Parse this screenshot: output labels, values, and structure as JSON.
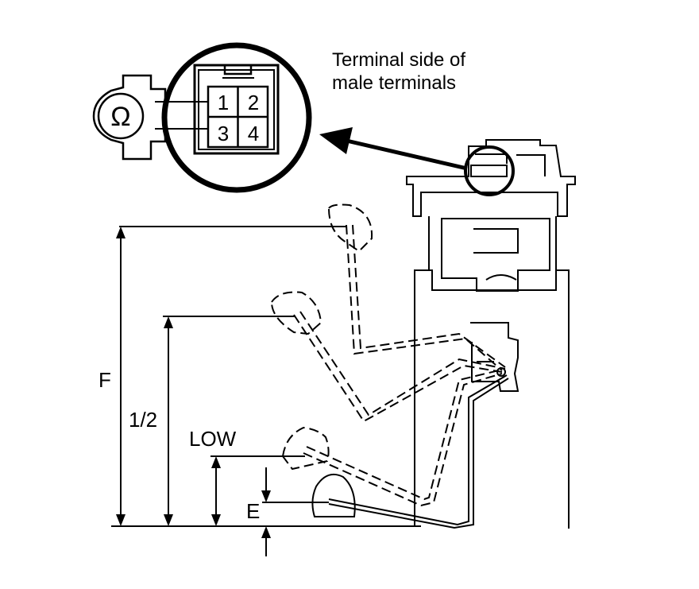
{
  "callout": {
    "line1": "Terminal side of",
    "line2": "male terminals"
  },
  "ohmmeter": {
    "symbol": "Ω",
    "icon": "ohmmeter-icon"
  },
  "terminals": [
    "1",
    "2",
    "3",
    "4"
  ],
  "levels": {
    "full": "F",
    "half": "1/2",
    "low": "LOW",
    "empty": "E"
  }
}
